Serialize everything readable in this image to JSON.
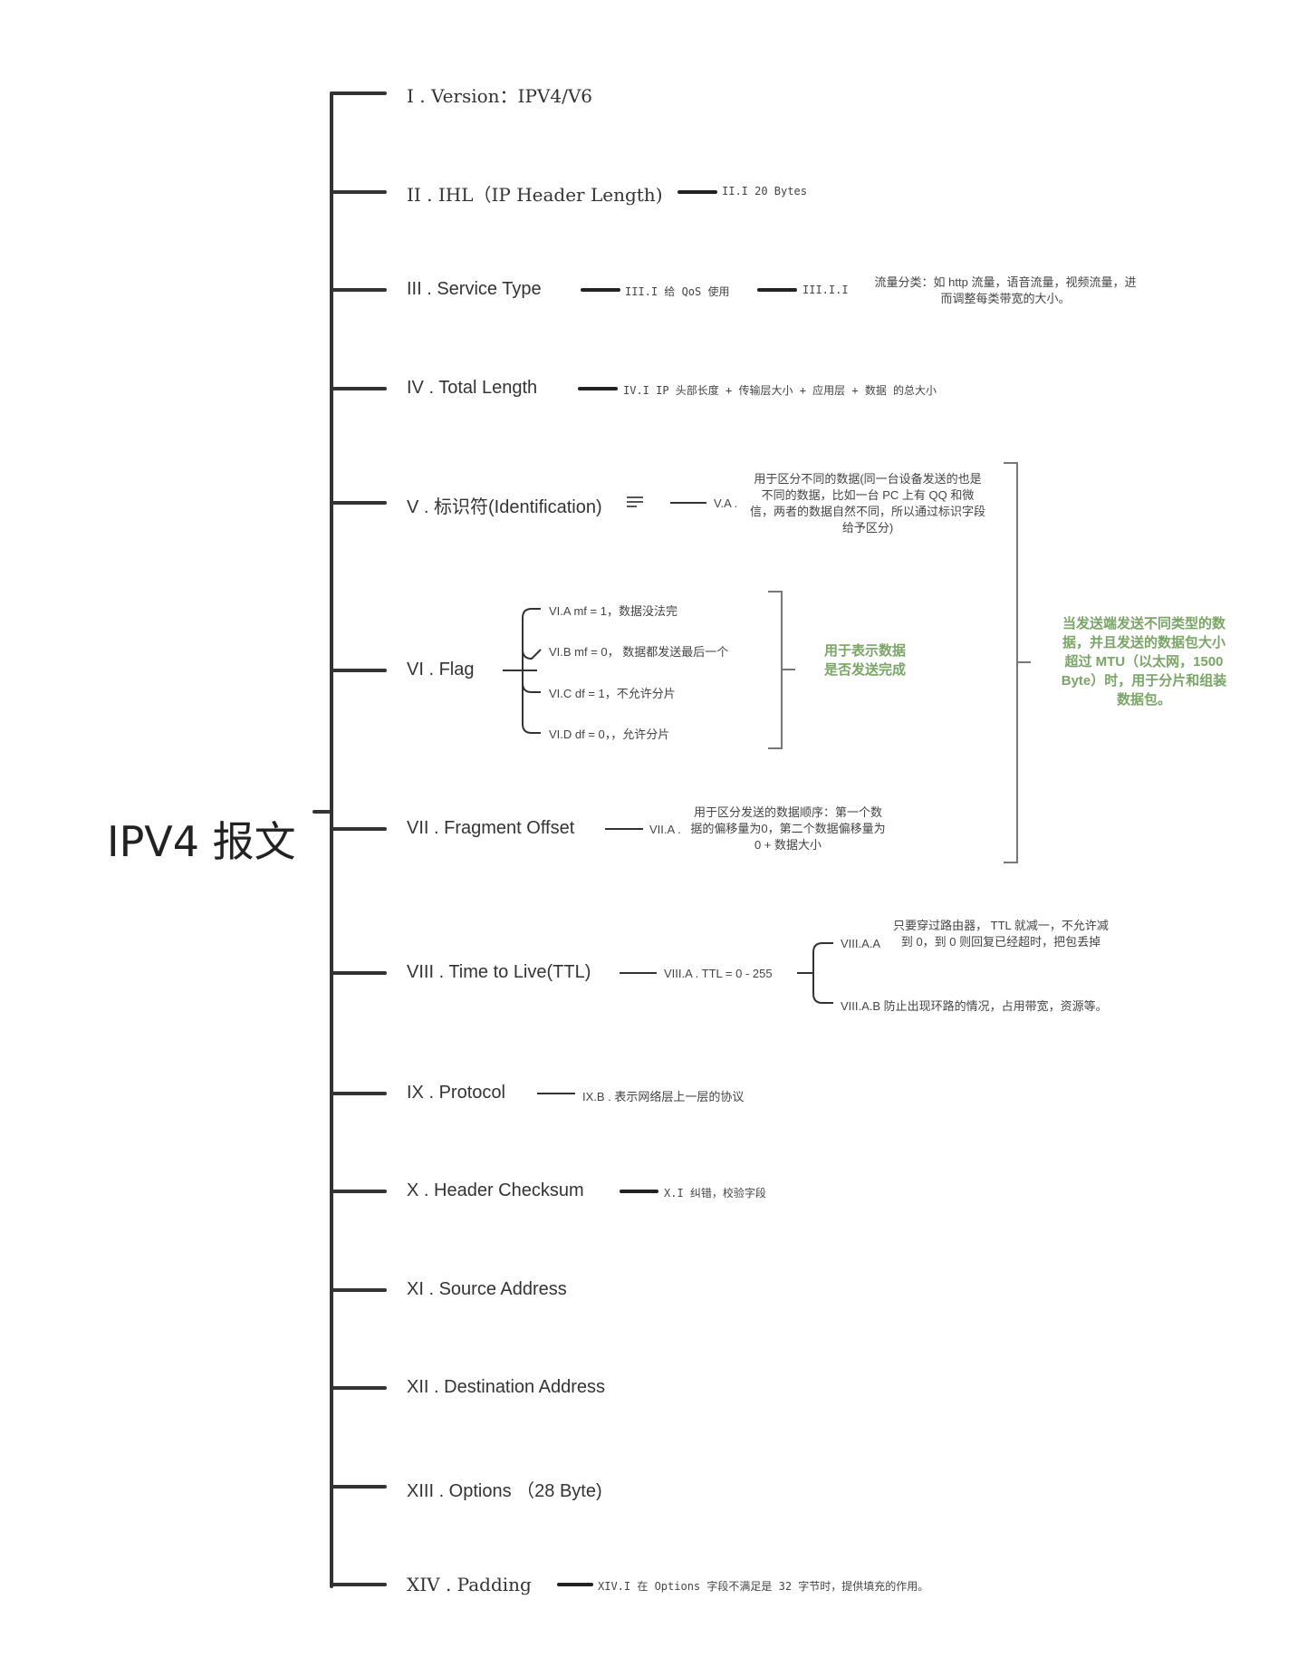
{
  "root": {
    "title": "IPV4 报文"
  },
  "fields": [
    {
      "label": "I . Version：IPV4/V6"
    },
    {
      "label": "II . IHL（IP Header Length)",
      "child": "II.I  20 Bytes"
    },
    {
      "label": "III . Service Type",
      "child": "III.I  给 QoS 使用",
      "grandchild": "III.I.I",
      "note": "流量分类：如 http 流量，语音流量，视频流量，进而调整每类带宽的大小。"
    },
    {
      "label": "IV . Total Length",
      "child": "IV.I  IP 头部长度 + 传输层大小 + 应用层 + 数据 的总大小"
    },
    {
      "label": "V . 标识符(Identification)",
      "child": "V.A .",
      "note": "用于区分不同的数据(同一台设备发送的也是不同的数据，比如一台 PC 上有 QQ 和微信，两者的数据自然不同，所以通过标识字段给予区分)"
    },
    {
      "label": "VI . Flag",
      "children": [
        "VI.A   mf = 1，数据没法完",
        "VI.B   mf = 0， 数据都发送最后一个",
        "VI.C   df = 1，不允许分片",
        "VI.D   df = 0，，允许分片"
      ]
    },
    {
      "label": "VII . Fragment Offset",
      "child": "VII.A .",
      "note": "用于区分发送的数据顺序：第一个数据的偏移量为0，第二个数据偏移量为 0 + 数据大小"
    },
    {
      "label": "VIII . Time to Live(TTL)",
      "child": "VIII.A .  TTL = 0 - 255",
      "children": [
        "VIII.A.A",
        "VIII.A.B  防止出现环路的情况，占用带宽，资源等。"
      ],
      "note": "只要穿过路由器， TTL 就减一，不允许减到 0，到 0 则回复已经超时，把包丢掉"
    },
    {
      "label": "IX . Protocol",
      "child": "IX.B .  表示网络层上一层的协议"
    },
    {
      "label": "X . Header Checksum",
      "child": "X.I  纠错，校验字段"
    },
    {
      "label": "XI . Source Address"
    },
    {
      "label": "XII . Destination Address"
    },
    {
      "label": "XIII . Options （28 Byte)"
    },
    {
      "label": "XIV . Padding",
      "child": "XIV.I  在 Options 字段不满足是 32 字节时，提供填充的作用。"
    }
  ],
  "summaries": {
    "flag": "用于表示数据是否发送完成",
    "fragment": "当发送端发送不同类型的数据，并且发送的数据包大小超过 MTU（以太网，1500 Byte）时，用于分片和组装数据包。"
  }
}
